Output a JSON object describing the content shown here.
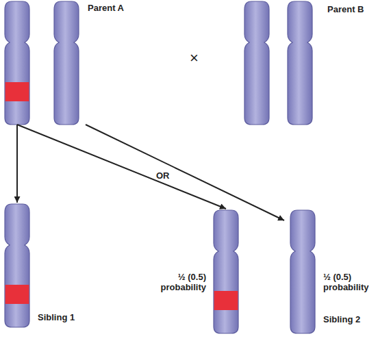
{
  "diagram": {
    "nodes": [
      {
        "text": [
          "Parent A"
        ]
      },
      {
        "text": [
          "Parent B"
        ]
      },
      {
        "text": [
          "Sibling 1"
        ]
      },
      {
        "text": [
          "½ (0.5) probability"
        ]
      },
      {
        "text": [
          "½ (0.5) probability",
          "Sibling 2"
        ]
      }
    ],
    "edges": [
      {
        "from": 0,
        "to": 2,
        "arrow": "to"
      },
      {
        "from": 0,
        "to": 3,
        "arrow": "to",
        "label": "OR"
      },
      {
        "from": 0,
        "to": 4,
        "arrow": "to"
      }
    ],
    "labels": [
      "×"
    ]
  }
}
